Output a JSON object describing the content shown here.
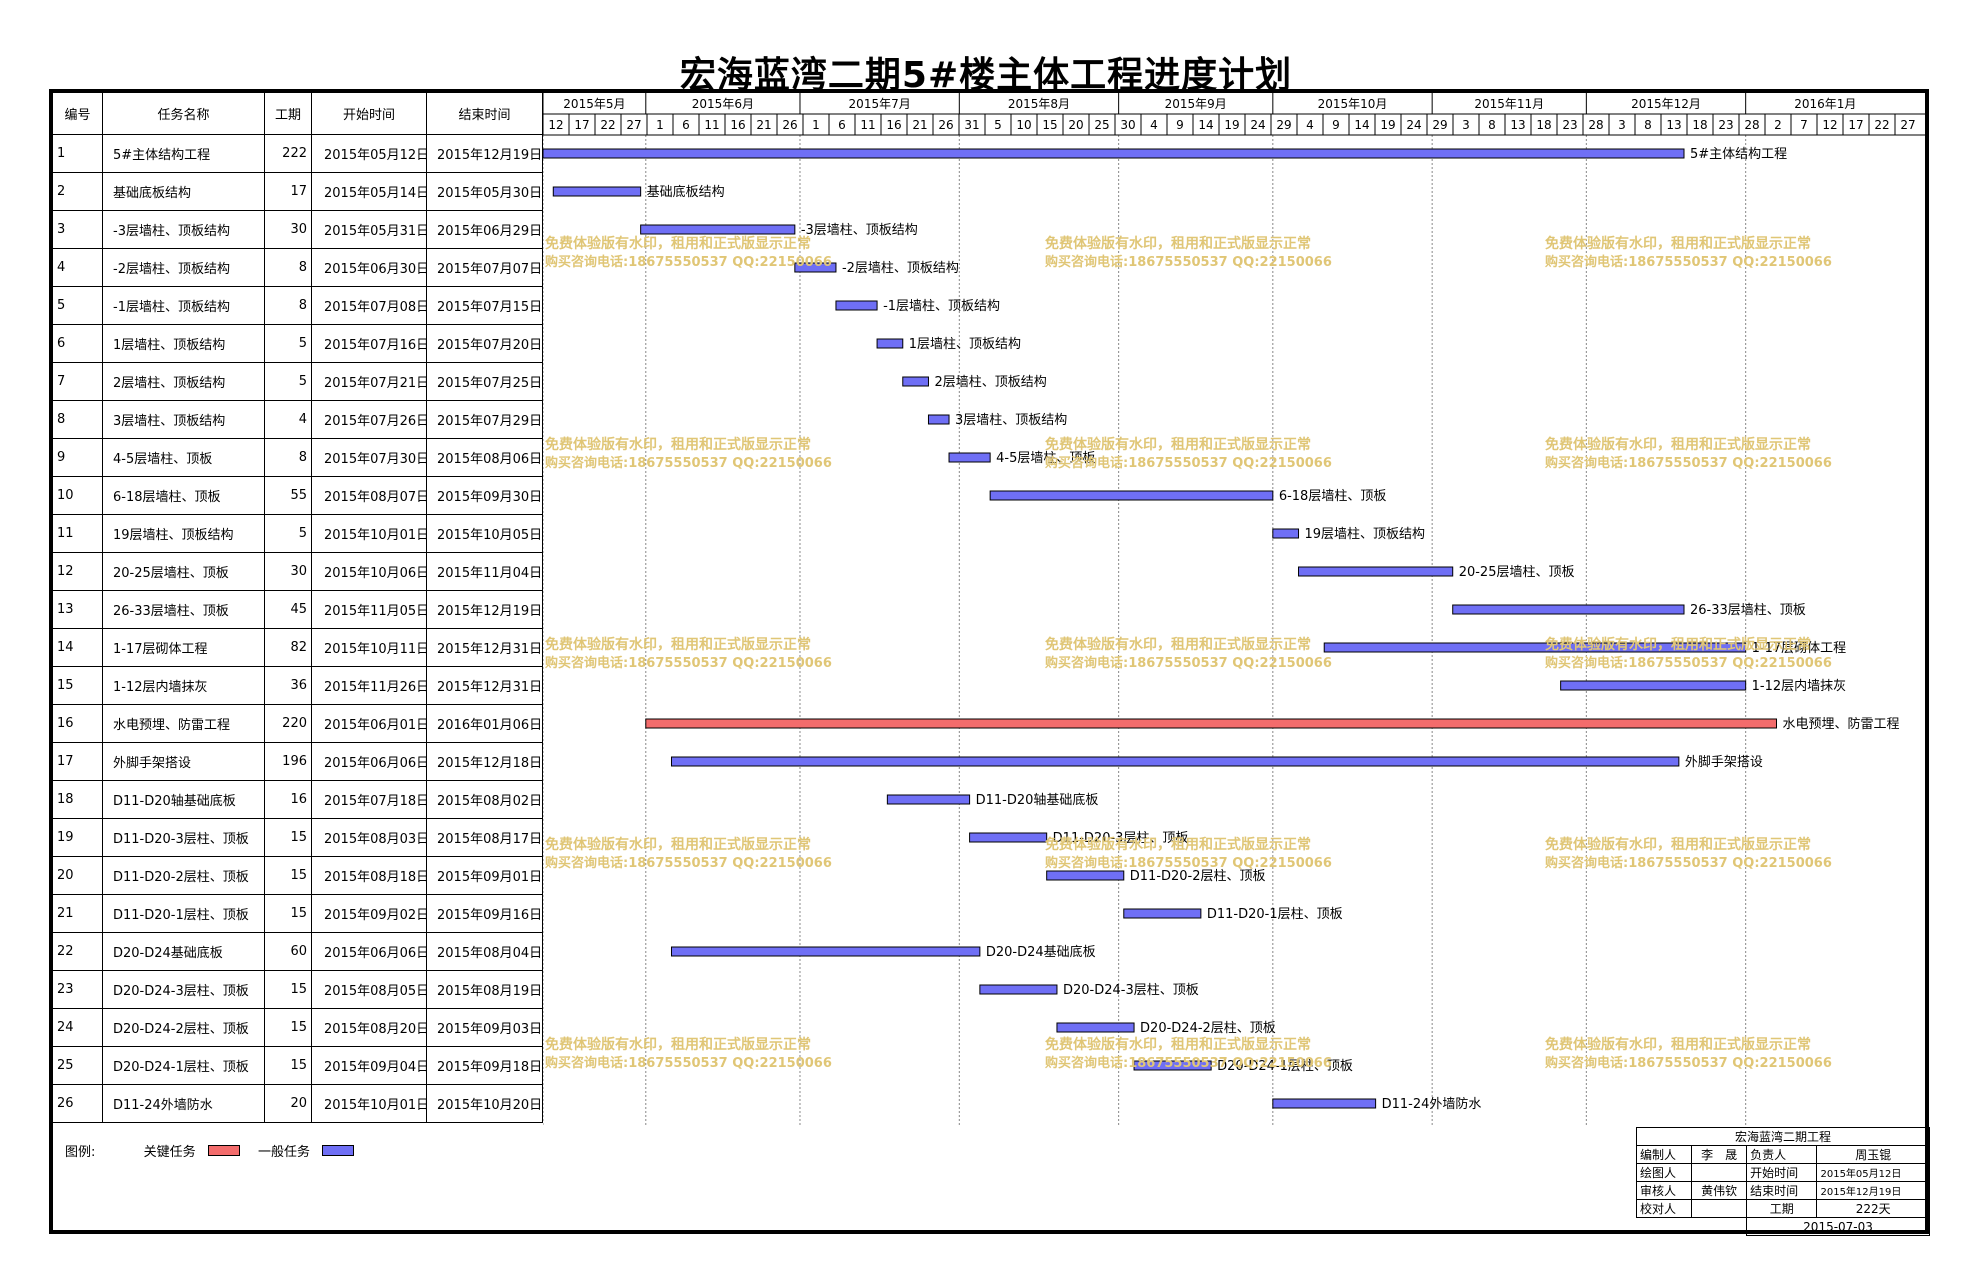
{
  "title": "宏海蓝湾二期5#楼主体工程进度计划",
  "headers": {
    "id": "编号",
    "name": "任务名称",
    "duration": "工期",
    "start": "开始时间",
    "end": "结束时间"
  },
  "months": [
    "2015年5月",
    "2015年6月",
    "2015年7月",
    "2015年8月",
    "2015年9月",
    "2015年10月",
    "2015年11月",
    "2015年12月",
    "2016年1月"
  ],
  "day_ticks": [
    "12",
    "17",
    "22",
    "27",
    "1",
    "6",
    "11",
    "16",
    "21",
    "26",
    "1",
    "6",
    "11",
    "16",
    "21",
    "26",
    "31",
    "5",
    "10",
    "15",
    "20",
    "25",
    "30",
    "4",
    "9",
    "14",
    "19",
    "24",
    "29",
    "4",
    "9",
    "14",
    "19",
    "24",
    "29",
    "3",
    "8",
    "13",
    "18",
    "23",
    "28",
    "3",
    "8",
    "13",
    "18",
    "23",
    "28",
    "2",
    "7",
    "12",
    "17",
    "22",
    "27"
  ],
  "colors": {
    "critical": "#f36c6c",
    "normal": "#6f6ff5",
    "watermark": "#e0c676"
  },
  "chart_data": {
    "type": "gantt",
    "x_range": [
      "2015-05-12",
      "2016-01-31"
    ],
    "tasks": [
      {
        "id": "1",
        "name": "5#主体结构工程",
        "duration": "222",
        "start": "2015年05月12日",
        "end": "2015年12月19日",
        "s": "2015-05-12",
        "e": "2015-12-19",
        "critical": false
      },
      {
        "id": "2",
        "name": "基础底板结构",
        "duration": "17",
        "start": "2015年05月14日",
        "end": "2015年05月30日",
        "s": "2015-05-14",
        "e": "2015-05-30",
        "critical": false
      },
      {
        "id": "3",
        "name": "-3层墙柱、顶板结构",
        "duration": "30",
        "start": "2015年05月31日",
        "end": "2015年06月29日",
        "s": "2015-05-31",
        "e": "2015-06-29",
        "critical": false
      },
      {
        "id": "4",
        "name": "-2层墙柱、顶板结构",
        "duration": "8",
        "start": "2015年06月30日",
        "end": "2015年07月07日",
        "s": "2015-06-30",
        "e": "2015-07-07",
        "critical": false
      },
      {
        "id": "5",
        "name": "-1层墙柱、顶板结构",
        "duration": "8",
        "start": "2015年07月08日",
        "end": "2015年07月15日",
        "s": "2015-07-08",
        "e": "2015-07-15",
        "critical": false
      },
      {
        "id": "6",
        "name": "1层墙柱、顶板结构",
        "duration": "5",
        "start": "2015年07月16日",
        "end": "2015年07月20日",
        "s": "2015-07-16",
        "e": "2015-07-20",
        "critical": false
      },
      {
        "id": "7",
        "name": "2层墙柱、顶板结构",
        "duration": "5",
        "start": "2015年07月21日",
        "end": "2015年07月25日",
        "s": "2015-07-21",
        "e": "2015-07-25",
        "critical": false
      },
      {
        "id": "8",
        "name": "3层墙柱、顶板结构",
        "duration": "4",
        "start": "2015年07月26日",
        "end": "2015年07月29日",
        "s": "2015-07-26",
        "e": "2015-07-29",
        "critical": false
      },
      {
        "id": "9",
        "name": "4-5层墙柱、顶板",
        "duration": "8",
        "start": "2015年07月30日",
        "end": "2015年08月06日",
        "s": "2015-07-30",
        "e": "2015-08-06",
        "critical": false
      },
      {
        "id": "10",
        "name": "6-18层墙柱、顶板",
        "duration": "55",
        "start": "2015年08月07日",
        "end": "2015年09月30日",
        "s": "2015-08-07",
        "e": "2015-09-30",
        "critical": false
      },
      {
        "id": "11",
        "name": "19层墙柱、顶板结构",
        "duration": "5",
        "start": "2015年10月01日",
        "end": "2015年10月05日",
        "s": "2015-10-01",
        "e": "2015-10-05",
        "critical": false
      },
      {
        "id": "12",
        "name": "20-25层墙柱、顶板",
        "duration": "30",
        "start": "2015年10月06日",
        "end": "2015年11月04日",
        "s": "2015-10-06",
        "e": "2015-11-04",
        "critical": false
      },
      {
        "id": "13",
        "name": "26-33层墙柱、顶板",
        "duration": "45",
        "start": "2015年11月05日",
        "end": "2015年12月19日",
        "s": "2015-11-05",
        "e": "2015-12-19",
        "critical": false
      },
      {
        "id": "14",
        "name": "1-17层砌体工程",
        "duration": "82",
        "start": "2015年10月11日",
        "end": "2015年12月31日",
        "s": "2015-10-11",
        "e": "2015-12-31",
        "critical": false
      },
      {
        "id": "15",
        "name": "1-12层内墙抹灰",
        "duration": "36",
        "start": "2015年11月26日",
        "end": "2015年12月31日",
        "s": "2015-11-26",
        "e": "2015-12-31",
        "critical": false
      },
      {
        "id": "16",
        "name": "水电预埋、防雷工程",
        "duration": "220",
        "start": "2015年06月01日",
        "end": "2016年01月06日",
        "s": "2015-06-01",
        "e": "2016-01-06",
        "critical": true
      },
      {
        "id": "17",
        "name": "外脚手架搭设",
        "duration": "196",
        "start": "2015年06月06日",
        "end": "2015年12月18日",
        "s": "2015-06-06",
        "e": "2015-12-18",
        "critical": false
      },
      {
        "id": "18",
        "name": "D11-D20轴基础底板",
        "duration": "16",
        "start": "2015年07月18日",
        "end": "2015年08月02日",
        "s": "2015-07-18",
        "e": "2015-08-02",
        "critical": false
      },
      {
        "id": "19",
        "name": "D11-D20-3层柱、顶板",
        "duration": "15",
        "start": "2015年08月03日",
        "end": "2015年08月17日",
        "s": "2015-08-03",
        "e": "2015-08-17",
        "critical": false
      },
      {
        "id": "20",
        "name": "D11-D20-2层柱、顶板",
        "duration": "15",
        "start": "2015年08月18日",
        "end": "2015年09月01日",
        "s": "2015-08-18",
        "e": "2015-09-01",
        "critical": false
      },
      {
        "id": "21",
        "name": "D11-D20-1层柱、顶板",
        "duration": "15",
        "start": "2015年09月02日",
        "end": "2015年09月16日",
        "s": "2015-09-02",
        "e": "2015-09-16",
        "critical": false
      },
      {
        "id": "22",
        "name": "D20-D24基础底板",
        "duration": "60",
        "start": "2015年06月06日",
        "end": "2015年08月04日",
        "s": "2015-06-06",
        "e": "2015-08-04",
        "critical": false
      },
      {
        "id": "23",
        "name": "D20-D24-3层柱、顶板",
        "duration": "15",
        "start": "2015年08月05日",
        "end": "2015年08月19日",
        "s": "2015-08-05",
        "e": "2015-08-19",
        "critical": false
      },
      {
        "id": "24",
        "name": "D20-D24-2层柱、顶板",
        "duration": "15",
        "start": "2015年08月20日",
        "end": "2015年09月03日",
        "s": "2015-08-20",
        "e": "2015-09-03",
        "critical": false
      },
      {
        "id": "25",
        "name": "D20-D24-1层柱、顶板",
        "duration": "15",
        "start": "2015年09月04日",
        "end": "2015年09月18日",
        "s": "2015-09-04",
        "e": "2015-09-18",
        "critical": false
      },
      {
        "id": "26",
        "name": "D11-24外墙防水",
        "duration": "20",
        "start": "2015年10月01日",
        "end": "2015年10月20日",
        "s": "2015-10-01",
        "e": "2015-10-20",
        "critical": false
      }
    ]
  },
  "watermark": {
    "line1": "免费体验版有水印，租用和正式版显示正常",
    "line2": "购买咨询电话:18675550537 QQ:22150066"
  },
  "legend": {
    "label": "图例:",
    "critical": "关键任务",
    "normal": "一般任务"
  },
  "info": {
    "project": "宏海蓝湾二期工程",
    "editor_label": "编制人",
    "editor": "李　晟",
    "owner_label": "负责人",
    "owner": "周玉锟",
    "drafter_label": "绘图人",
    "drafter": "",
    "start_label": "开始时间",
    "start": "2015年05月12日",
    "reviewer_label": "审核人",
    "reviewer": "黄伟钦",
    "end_label": "结束时间",
    "end": "2015年12月19日",
    "checker_label": "校对人",
    "checker": "",
    "duration_label": "工期",
    "duration": "222天",
    "date": "2015-07-03"
  }
}
